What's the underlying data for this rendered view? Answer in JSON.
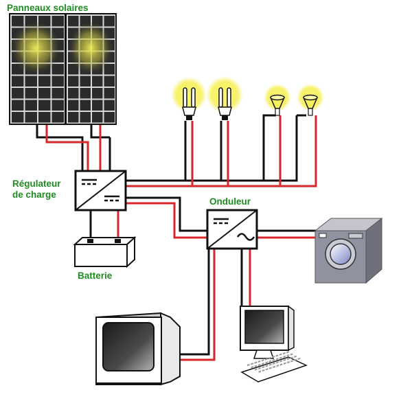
{
  "labels": {
    "solar_panels": "Panneaux solaires",
    "charge_regulator": "Régulateur\nde charge",
    "inverter": "Onduleur",
    "battery": "Batterie"
  },
  "colors": {
    "label_green": "#1f8c1f",
    "wire_red": "#d9262b",
    "wire_black": "#111111",
    "panel_cell": "#2b2b2b",
    "panel_frame": "#d9d9d9",
    "glow": "#f4ef52",
    "device_gray": "#8f8f9a"
  },
  "icons": [
    "solar-panel-icon",
    "charge-regulator-icon",
    "battery-icon",
    "cfl-bulb-icon",
    "spot-bulb-icon",
    "inverter-icon",
    "washing-machine-icon",
    "crt-monitor-icon",
    "desktop-computer-icon"
  ]
}
